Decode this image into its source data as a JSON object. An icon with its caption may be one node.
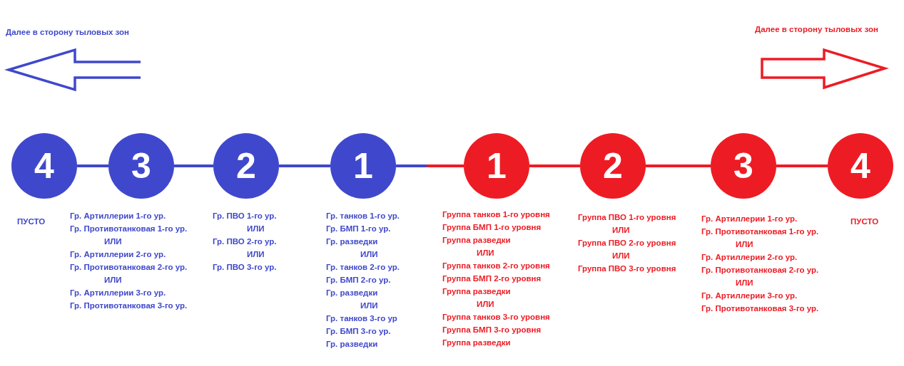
{
  "diagram": {
    "nodes": [
      {
        "text": [
          "4"
        ],
        "beside": [
          "ПУСТО"
        ]
      },
      {
        "text": [
          "3"
        ],
        "beside": [
          "Гр. Артиллерии 1-го ур.",
          "Гр. Противотанковая 1-го ур.",
          "ИЛИ",
          "Гр. Артиллерии 2-го ур.",
          "Гр. Противотанковая 2-го ур.",
          "ИЛИ",
          "Гр. Артиллерии 3-го ур.",
          "Гр. Противотанковая 3-го ур."
        ]
      },
      {
        "text": [
          "2"
        ],
        "beside": [
          "Гр. ПВО 1-го ур.",
          "ИЛИ",
          "Гр. ПВО 2-го ур.",
          "ИЛИ",
          "Гр. ПВО 3-го ур."
        ]
      },
      {
        "text": [
          "1"
        ],
        "beside": [
          "Гр. танков 1-го ур.",
          "Гр. БМП 1-го ур.",
          "Гр. разведки",
          "ИЛИ",
          "Гр. танков 2-го ур.",
          "Гр. БМП 2-го ур.",
          "Гр. разведки",
          "ИЛИ",
          "Гр. танков 3-го ур",
          "Гр. БМП 3-го ур.",
          "Гр. разведки"
        ]
      },
      {
        "text": [
          "1"
        ],
        "beside": [
          "Группа танков 1-го уровня",
          "Группа БМП 1-го уровня",
          "Группа разведки",
          "ИЛИ",
          "Группа танков 2-го уровня",
          "Группа БМП 2-го уровня",
          "Группа разведки",
          "ИЛИ",
          "Группа танков 3-го уровня",
          "Группа БМП 3-го уровня",
          "Группа разведки"
        ]
      },
      {
        "text": [
          "2"
        ],
        "beside": [
          "Группа ПВО 1-го уровня",
          "ИЛИ",
          "Группа ПВО 2-го уровня",
          "ИЛИ",
          "Группа ПВО 3-го уровня"
        ]
      },
      {
        "text": [
          "3"
        ],
        "beside": [
          "Гр. Артиллерии 1-го ур.",
          "Гр. Противотанковая 1-го ур.",
          "ИЛИ",
          "Гр. Артиллерии 2-го ур.",
          "Гр. Противотанковая 2-го ур.",
          "ИЛИ",
          "Гр. Артиллерии 3-го ур.",
          "Гр. Противотанковая 3-го ур."
        ]
      },
      {
        "text": [
          "4"
        ],
        "beside": [
          "ПУСТО"
        ]
      }
    ],
    "edges": [
      {
        "from": 0,
        "to": 1,
        "arrow": "none",
        "color": "#3f48cc"
      },
      {
        "from": 1,
        "to": 2,
        "arrow": "none",
        "color": "#3f48cc"
      },
      {
        "from": 2,
        "to": 3,
        "arrow": "none",
        "color": "#3f48cc"
      },
      {
        "from": 3,
        "to": 4,
        "arrow": "none"
      },
      {
        "from": 4,
        "to": 5,
        "arrow": "none",
        "color": "#ed1c24"
      },
      {
        "from": 5,
        "to": 6,
        "arrow": "none",
        "color": "#ed1c24"
      },
      {
        "from": 6,
        "to": 7,
        "arrow": "none",
        "color": "#ed1c24"
      }
    ],
    "labels": [
      "Далее в сторону тыловых зон",
      "Далее в сторону тыловых зон"
    ]
  }
}
